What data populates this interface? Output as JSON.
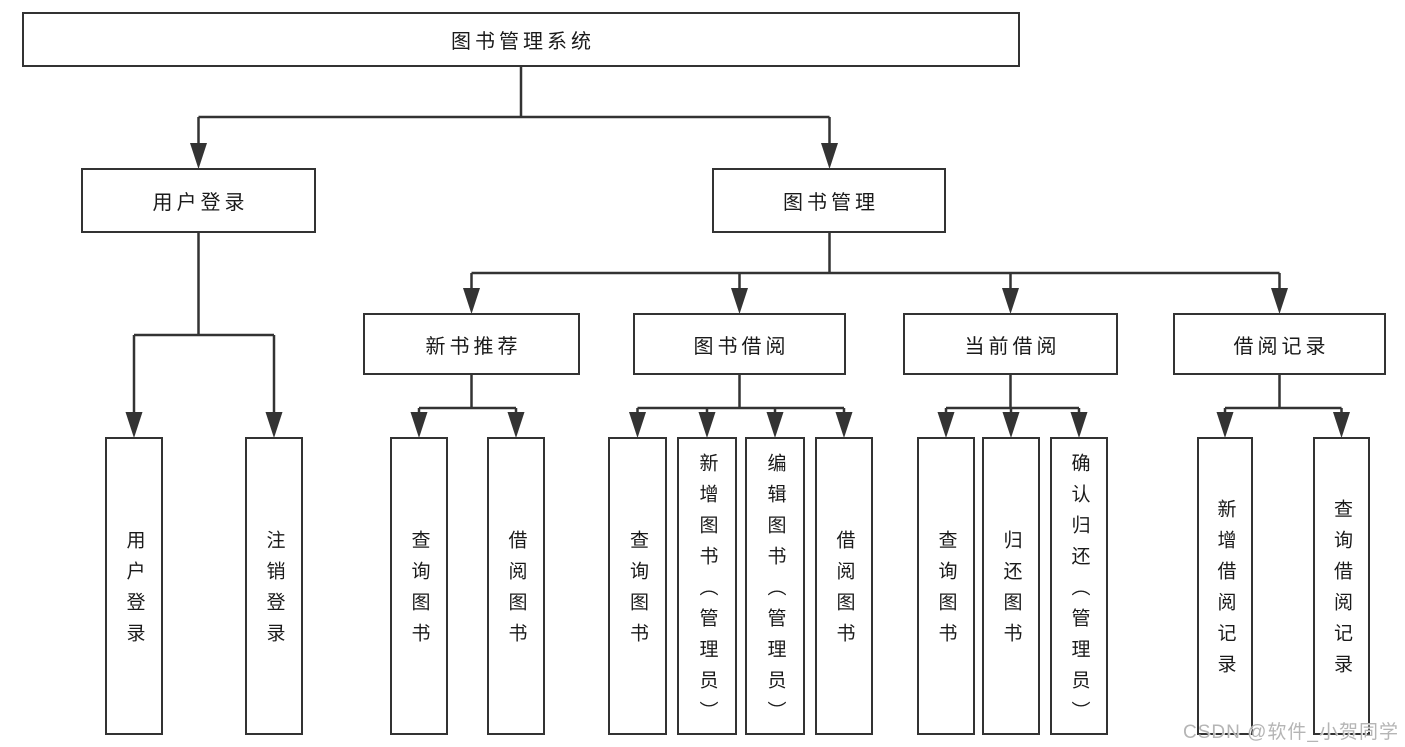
{
  "nodes": {
    "root": "图书管理系统",
    "userLogin": "用户登录",
    "bookMgmt": "图书管理",
    "newBookRec": "新书推荐",
    "bookBorrow": "图书借阅",
    "currentBorrow": "当前借阅",
    "borrowRecord": "借阅记录",
    "leafUserLogin": "用户登录",
    "leafLogout": "注销登录",
    "leafQueryBookA": "查询图书",
    "leafBorrowBookA": "借阅图书",
    "leafQueryBookB": "查询图书",
    "leafAddBook": "新增图书（管理员）",
    "leafEditBook": "编辑图书（管理员）",
    "leafBorrowBookB": "借阅图书",
    "leafQueryBookC": "查询图书",
    "leafReturnBook": "归还图书",
    "leafConfirmReturn": "确认归还（管理员）",
    "leafAddRecord": "新增借阅记录",
    "leafQueryRecord": "查询借阅记录"
  },
  "watermark": "CSDN @软件_小贺同学",
  "colors": {
    "line": "#333333",
    "boxBorder": "#333333",
    "text": "#1a1a1a",
    "watermark": "#b5b5b5",
    "background": "#ffffff"
  }
}
